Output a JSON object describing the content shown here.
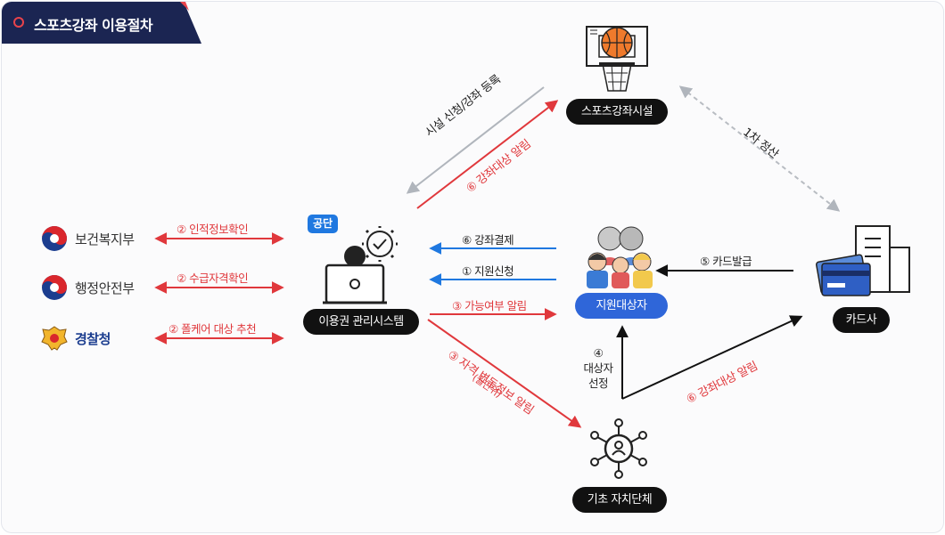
{
  "title": "스포츠강좌 이용절차",
  "badge": "공단",
  "nodes": {
    "facility": "스포츠강좌시설",
    "system": "이용권 관리시스템",
    "target": "지원대상자",
    "card": "카드사",
    "local": "기초 자치단체"
  },
  "agencies": [
    "보건복지부",
    "행정안전부",
    "경찰청"
  ],
  "labels": {
    "identity_check": "② 인적정보확인",
    "eligibility_check": "② 수급자격확인",
    "police_recommend": "② 폴케어 대상 추천",
    "facility_register": "시설 신청/강좌 등록",
    "facility_notice": "⑥ 강좌대상 알림",
    "settlement": "1차 정산",
    "payment": "⑥ 강좌결제",
    "apply": "① 지원신청",
    "eligible_notice": "③ 가능여부 알림",
    "card_issue": "⑤ 카드발급",
    "select_num": "④",
    "select_text1": "대상자",
    "select_text2": "선정",
    "change_notice": "③ 자격 변동정보 알림",
    "change_sub": "(월단위)",
    "card_notice": "⑥ 강좌대상 알림"
  },
  "colors": {
    "navy": "#1b2552",
    "red": "#e0383c",
    "blue": "#1f78e0",
    "gray": "#9aa0a8"
  }
}
